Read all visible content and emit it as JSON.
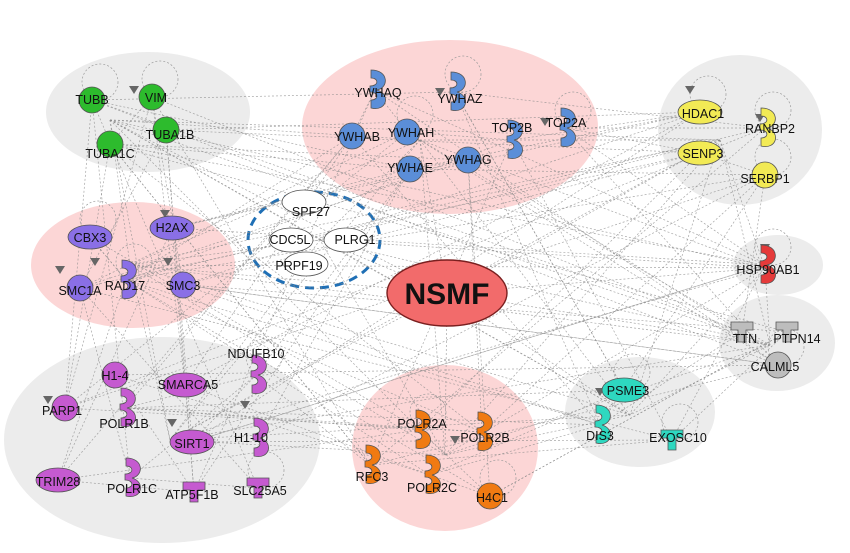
{
  "colors": {
    "green": "#2dbb2d",
    "blue": "#5b8ed8",
    "yellow": "#f2ea55",
    "purple": "#8a6fe6",
    "magenta": "#c55ad0",
    "orange": "#f07a12",
    "cyan": "#2ed8c0",
    "red": "#e53a3a",
    "gray": "#bdbdbd",
    "white": "#ffffff",
    "cluster_pink": "#fcd6d6",
    "cluster_gray": "#ececec",
    "dashed_circle": "#1f6fb5",
    "nsmf_fill": "#f26b6b"
  },
  "center": {
    "label": "NSMF"
  },
  "complex": {
    "labels": [
      "SPF27",
      "CDC5L",
      "PLRG1",
      "PRPF19"
    ]
  },
  "clusters": {
    "cytoskeleton": [
      "TUBB",
      "VIM",
      "TUBA1B",
      "TUBA1C"
    ],
    "ywha": [
      "YWHAQ",
      "YWHAZ",
      "YWHAB",
      "YWHAH",
      "TOP2B",
      "TOP2A",
      "YWHAE",
      "YWHAG"
    ],
    "hdac": [
      "HDAC1",
      "RANBP2",
      "SENP3",
      "SERBP1"
    ],
    "chromatin": [
      "CBX3",
      "H2AX",
      "SMC1A",
      "RAD17",
      "SMC3"
    ],
    "hsp": [
      "HSP90AB1"
    ],
    "ttn": [
      "TTN",
      "PTPN14",
      "CALML5"
    ],
    "nuclear": [
      "H1-4",
      "SMARCA5",
      "NDUFB10",
      "PARP1",
      "POLR1B",
      "SIRT1",
      "H1-10",
      "TRIM28",
      "POLR1C",
      "ATP5F1B",
      "SLC25A5"
    ],
    "polr2": [
      "POLR2A",
      "POLR2B",
      "RFC3",
      "POLR2C",
      "H4C1"
    ],
    "psme": [
      "PSME3",
      "DIS3",
      "EXOSC10"
    ]
  }
}
